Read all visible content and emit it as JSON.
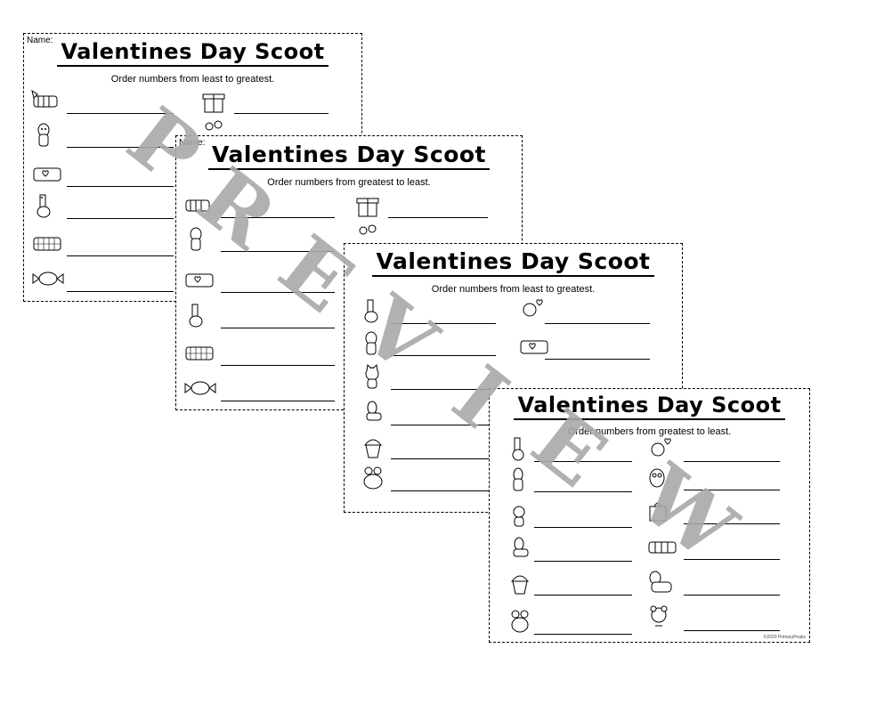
{
  "sheets": [
    {
      "name_label": "Name:",
      "title": "Valentines Day Scoot",
      "instruction": "Order numbers from least to greatest.",
      "left_icons": [
        "dog-sweater-icon",
        "alpaca-icon",
        "dog-heart-sweater-icon",
        "giraffe-icon",
        "dog-plaid-sweater-icon",
        "candy-icon"
      ],
      "right_icons": [
        "gift-icon",
        "flowers-icon"
      ]
    },
    {
      "name_label": "Name:",
      "title": "Valentines Day Scoot",
      "instruction": "Order numbers from greatest to least.",
      "left_icons": [
        "dog-sweater-icon",
        "alpaca-icon",
        "dog-heart-sweater-icon",
        "giraffe-icon",
        "dog-plaid-sweater-icon",
        "candy-icon"
      ],
      "right_icons": [
        "gift-icon",
        "flowers-icon"
      ]
    },
    {
      "name_label": "",
      "title": "Valentines Day Scoot",
      "instruction": "Order numbers from least to greatest.",
      "left_icons": [
        "giraffe-icon",
        "alpaca-icon",
        "cat-icon",
        "horse-icon",
        "cupcake-icon",
        "frog-icon"
      ],
      "right_icons": [
        "bear-balloon-icon",
        "dog-heart-sweater-icon"
      ]
    },
    {
      "name_label": "",
      "title": "Valentines Day Scoot",
      "instruction": "Order numbers from greatest to least.",
      "left_icons": [
        "giraffe-icon",
        "alpaca-icon",
        "cat-icon",
        "horse-icon",
        "cupcake-icon",
        "frog-icon"
      ],
      "right_icons": [
        "bear-balloon-icon",
        "owl-icon",
        "bag-icon",
        "dog-sweater-icon",
        "alpaca-icon",
        "bear-icon"
      ],
      "copyright": "©2020 PrimaryPeaks"
    }
  ],
  "watermark": {
    "text": "PREVIEW",
    "letters": [
      "P",
      "R",
      "E",
      "V",
      "I",
      "E",
      "W"
    ],
    "color": "#a9a9a9"
  }
}
